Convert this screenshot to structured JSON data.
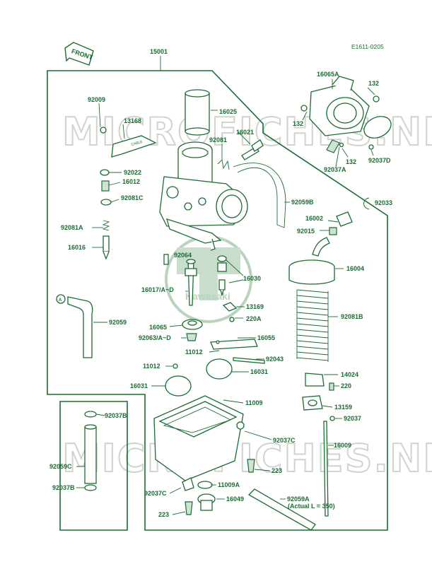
{
  "diagram_code": "E1611-0205",
  "front_label": "FRONT",
  "assembly_number": "15001",
  "watermark_text": "MICROFICHES.NET",
  "logo_text": "Kawasaki",
  "colors": {
    "ink": "#1c6b32",
    "watermark": "#cfd4cf",
    "background": "#ffffff"
  },
  "labels": [
    "16065A",
    "132",
    "132",
    "132",
    "92037A",
    "92037D",
    "92033",
    "92009",
    "13168",
    "16025",
    "16021",
    "92081",
    "92022",
    "16012",
    "92081C",
    "92059B",
    "92081A",
    "16016",
    "16002",
    "92015",
    "92064",
    "16030",
    "16004",
    "16017/A~D",
    "13169",
    "220A",
    "92059",
    "16065",
    "92063/A~D",
    "16055",
    "92081B",
    "11012",
    "92043",
    "11012",
    "16031",
    "14024",
    "16031",
    "220",
    "11009",
    "13159",
    "92037",
    "92037B",
    "92037C",
    "16009",
    "92059C",
    "223",
    "11009A",
    "92037B",
    "92037C",
    "16049",
    "92059A",
    "(Actual L = 350)",
    "223"
  ]
}
